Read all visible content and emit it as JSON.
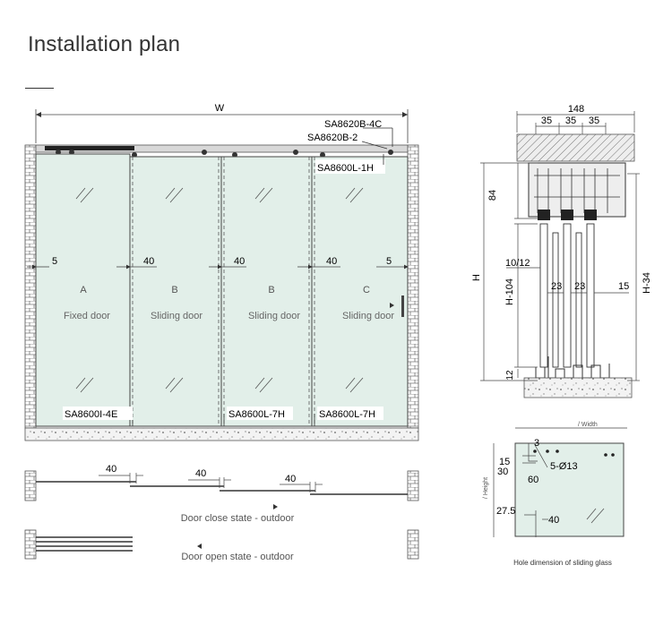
{
  "page": {
    "title": "Installation plan"
  },
  "front": {
    "width_label": "W",
    "parts": {
      "top_profile": "SA8620B-4C",
      "track": "SA8620B-2",
      "upper_guide": "SA8600L-1H"
    },
    "gaps": {
      "left": "5",
      "g1": "40",
      "g2": "40",
      "g3": "40",
      "right": "5"
    },
    "panels": [
      {
        "letter": "A",
        "label": "Fixed door"
      },
      {
        "letter": "B",
        "label": "Sliding door"
      },
      {
        "letter": "B",
        "label": "Sliding door"
      },
      {
        "letter": "C",
        "label": "Sliding door"
      }
    ],
    "bottom_parts": [
      "SA8600I-4E",
      "SA8600L-7H",
      "SA8600L-7H"
    ]
  },
  "plan": {
    "overlaps": [
      "40",
      "40",
      "40"
    ],
    "close_label": "Door close state - outdoor",
    "open_label": "Door open state - outdoor"
  },
  "section": {
    "total_depth": "148",
    "spacings": [
      "35",
      "35",
      "35"
    ],
    "d84": "84",
    "h": "H",
    "h104": "H-104",
    "h34": "H-34",
    "d1012": "10/12",
    "d23a": "23",
    "d23b": "23",
    "d15": "15",
    "d12": "12"
  },
  "glass": {
    "width_label": "/ Width",
    "height_label": "/ Height",
    "d3": "3",
    "d15": "15",
    "d30": "30",
    "d60": "60",
    "holes": "5-Ø13",
    "d275": "27.5",
    "d40": "40",
    "caption": "Hole dimension of sliding glass"
  }
}
